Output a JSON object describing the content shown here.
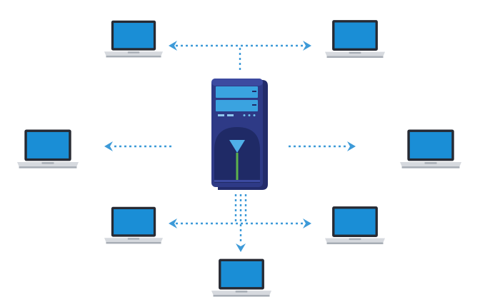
{
  "diagram": {
    "colors": {
      "background": "#ffffff",
      "arrow": "#3d9ad8",
      "screen": "#1a8ed6",
      "bezel": "#272a33",
      "laptop_base": "#d6d9de",
      "laptop_base_dark": "#a7adb5",
      "server_body": "#2e3a86",
      "server_side": "#232c6b",
      "server_top": "#3c4aa0",
      "server_bay": "#3aa3e0",
      "server_panel": "#1f2a66",
      "server_shield": "#4fb0e8",
      "server_line": "#5db34c"
    },
    "nodes": [
      {
        "name": "laptop-top-left",
        "icon": "laptop-icon"
      },
      {
        "name": "laptop-top-right",
        "icon": "laptop-icon"
      },
      {
        "name": "laptop-middle-left",
        "icon": "laptop-icon"
      },
      {
        "name": "laptop-middle-right",
        "icon": "laptop-icon"
      },
      {
        "name": "laptop-lower-left",
        "icon": "laptop-icon"
      },
      {
        "name": "laptop-lower-right",
        "icon": "laptop-icon"
      },
      {
        "name": "laptop-bottom-center",
        "icon": "laptop-icon"
      }
    ],
    "server": {
      "name": "server-tower",
      "icon": "server-icon"
    },
    "arrow_style": "dotted"
  }
}
